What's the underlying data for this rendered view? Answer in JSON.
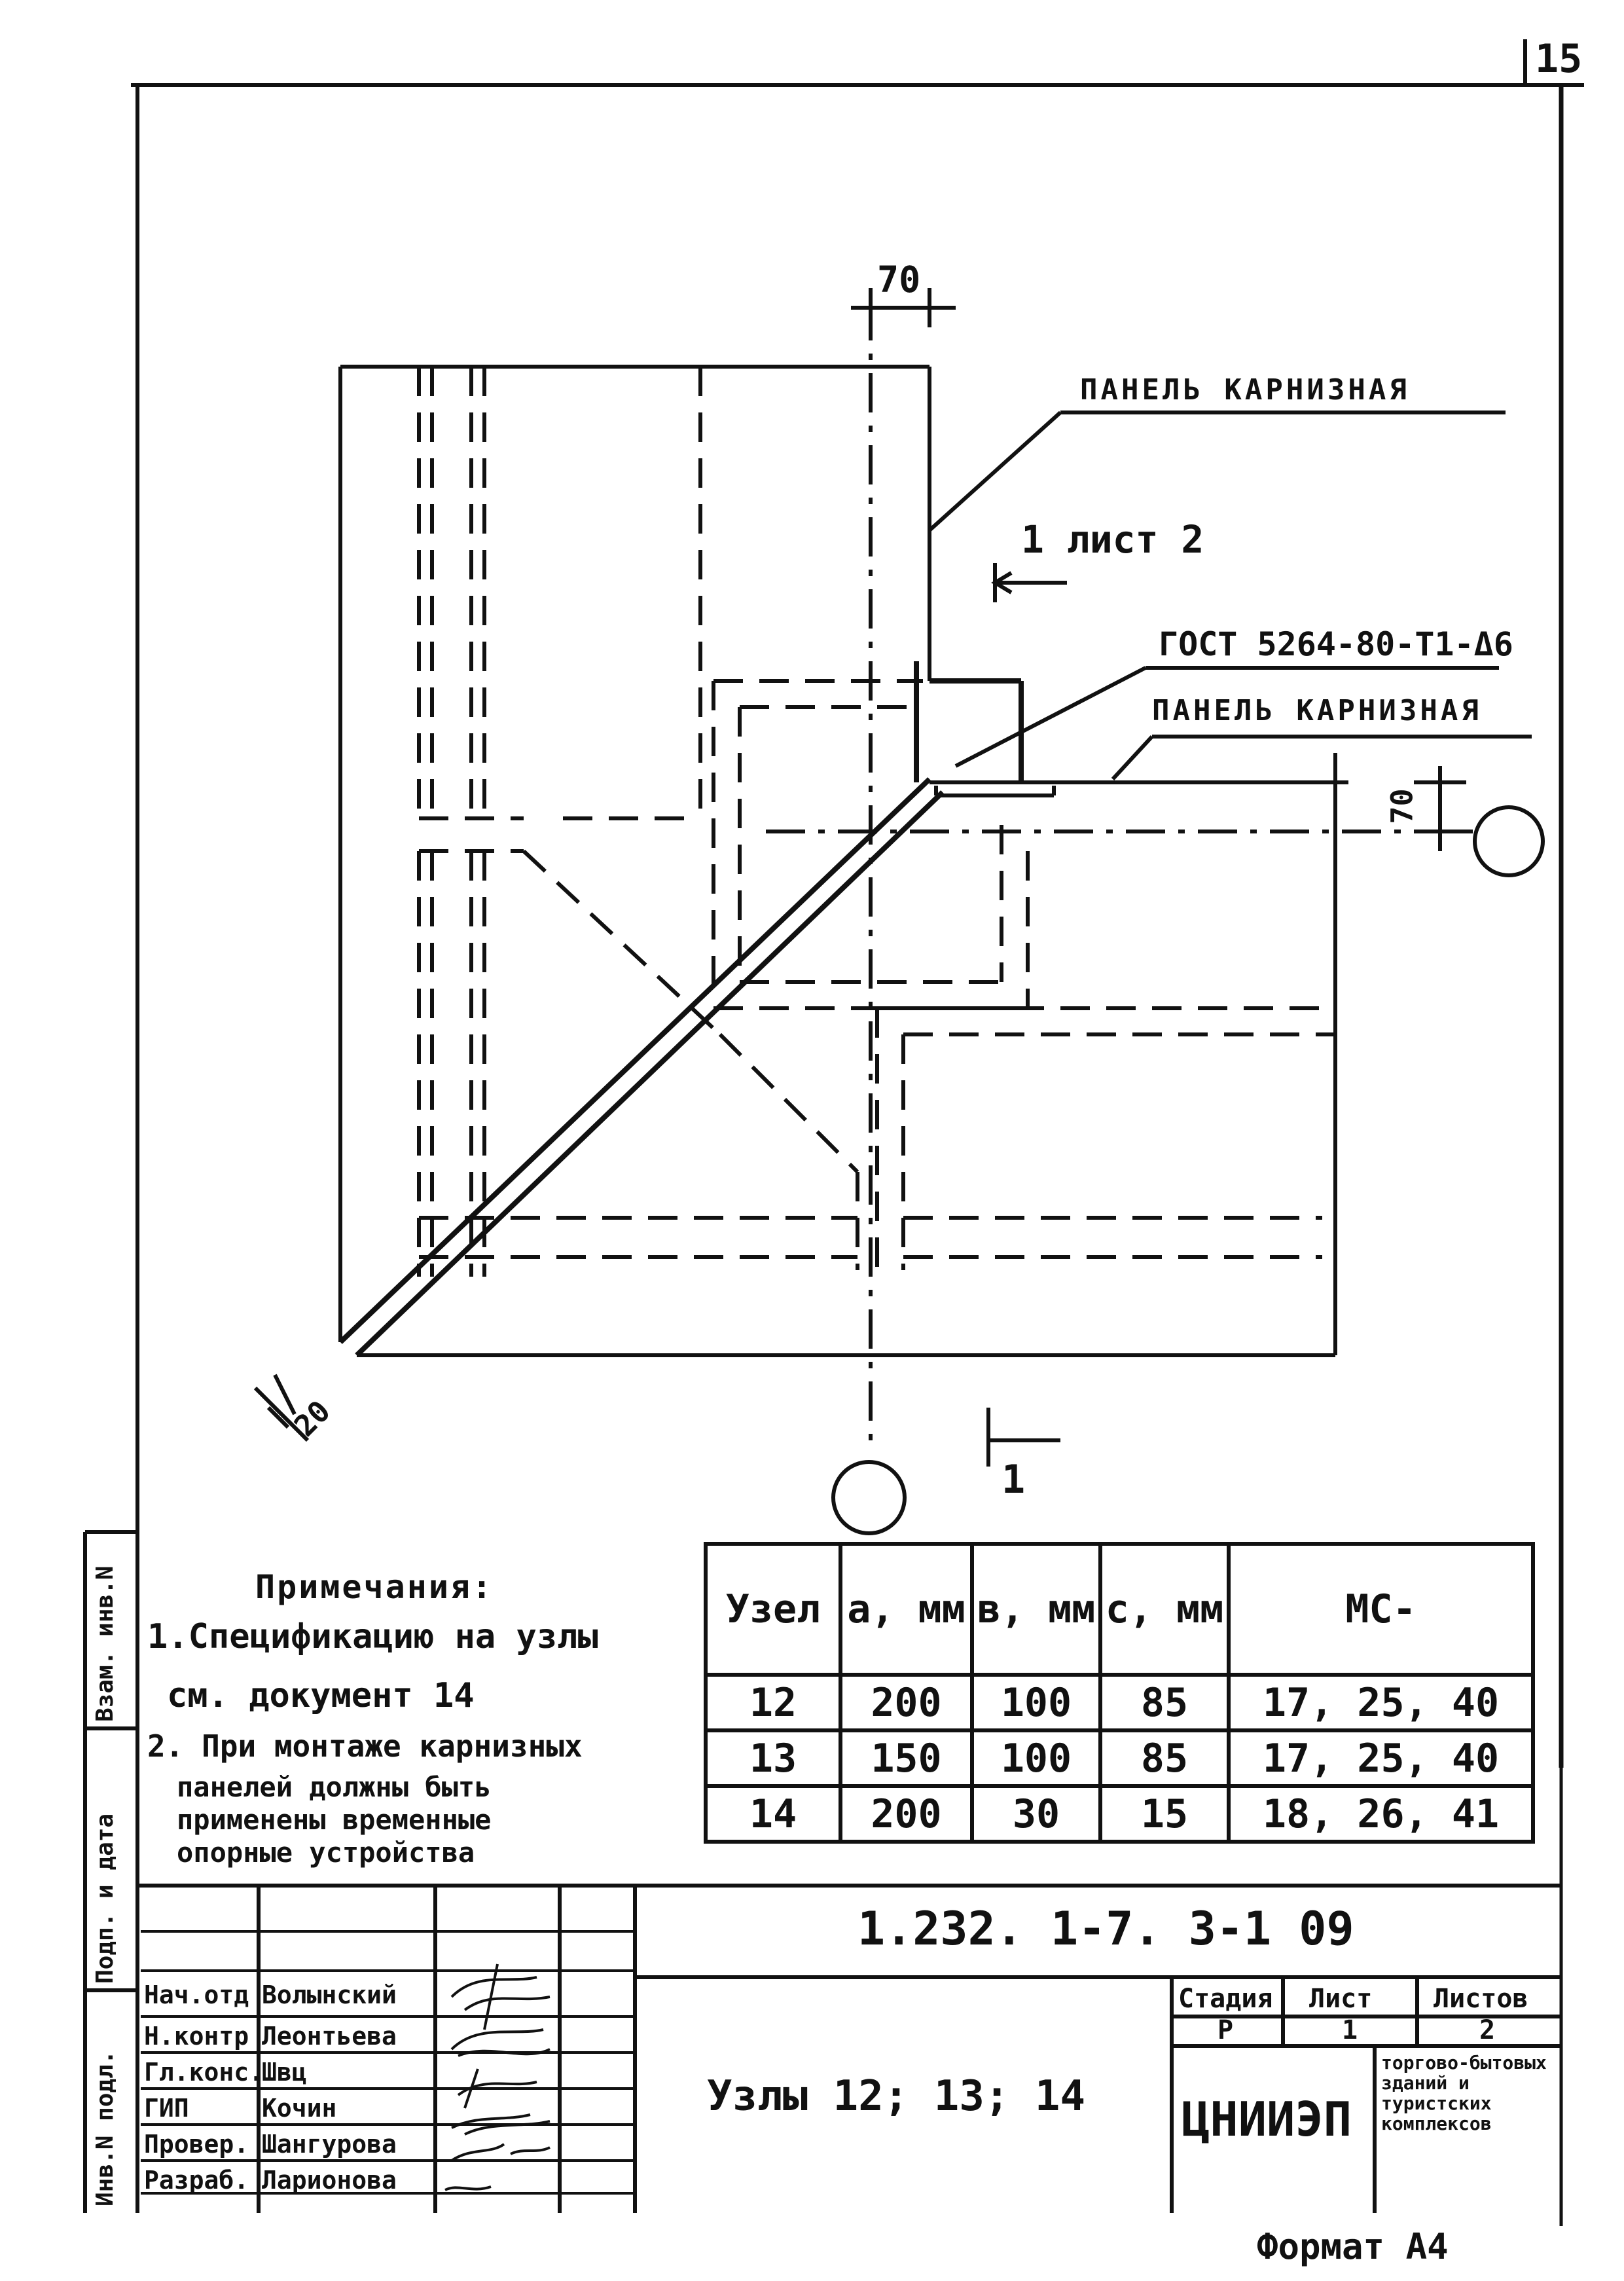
{
  "sheet_number": "15",
  "drawing": {
    "dim_top": "70",
    "dim_right": "70",
    "dim_bottom": "20",
    "label_panel_1": "ПАНЕЛЬ КАРНИЗНАЯ",
    "label_panel_2": "ПАНЕЛЬ КАРНИЗНАЯ",
    "section_ref": "1 лист 2",
    "gost": "ГОСТ 5264-80-Т1-Δ6",
    "section_mark": "1"
  },
  "notes": {
    "heading": "Примечания:",
    "line1": "1.Спецификацию на узлы",
    "line2": "см. документ 14",
    "line3": "2. При монтаже карнизных",
    "line4": "панелей должны быть",
    "line5": "применены временные",
    "line6": "опорные устройства"
  },
  "spec_table": {
    "headers": [
      "Узел",
      "a, мм",
      "в, мм",
      "c, мм",
      "МС-"
    ],
    "rows": [
      [
        "12",
        "200",
        "100",
        "85",
        "17, 25, 40"
      ],
      [
        "13",
        "150",
        "100",
        "85",
        "17, 25, 40"
      ],
      [
        "14",
        "200",
        "30",
        "15",
        "18, 26, 41"
      ]
    ]
  },
  "title_block": {
    "code": "1.232. 1-7. 3-1 09",
    "title": "Узлы 12; 13; 14",
    "stage_label": "Стадия",
    "sheet_label": "Лист",
    "sheets_label": "Листов",
    "stage": "Р",
    "sheet": "1",
    "sheets": "2",
    "org": "ЦНИИЭП",
    "org_desc": "торгово-бытовых зданий и туристских комплексов",
    "signatures": [
      {
        "role": "Нач.отд",
        "name": "Волынский"
      },
      {
        "role": "Н.контр",
        "name": "Леонтьева"
      },
      {
        "role": "Гл.конс.",
        "name": "Швц"
      },
      {
        "role": "ГИП",
        "name": "Кочин"
      },
      {
        "role": "Провер.",
        "name": "Шангурова"
      },
      {
        "role": "Разраб.",
        "name": "Ларионова"
      }
    ]
  },
  "side_strip": {
    "inv_orig": "Инв.N подл.",
    "sign_date": "Подп. и дата",
    "inv_replace": "Взам. инв.N"
  },
  "footer": {
    "format": "Формат А4"
  }
}
